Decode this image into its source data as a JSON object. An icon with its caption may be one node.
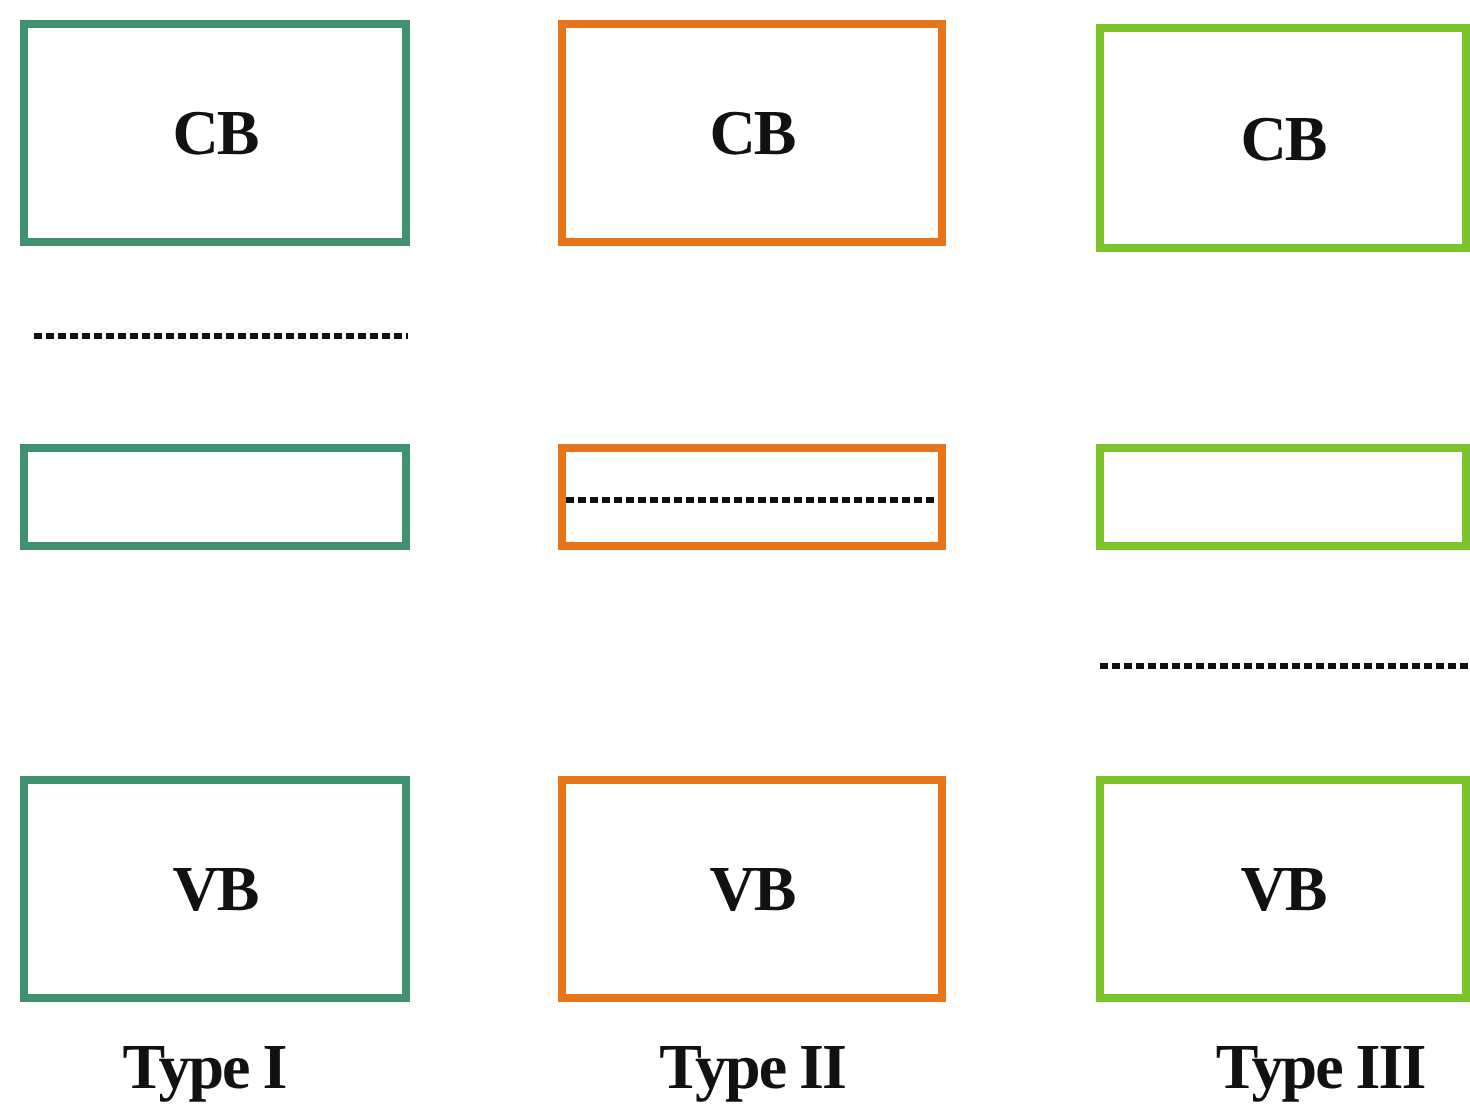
{
  "diagram": {
    "nodes": [
      {
        "text": [
          "CB"
        ]
      },
      {
        "text": [
          "CB"
        ]
      },
      {
        "text": [
          "CB"
        ]
      },
      {
        "text": [],
        "shape": "box"
      },
      {
        "text": [],
        "shape": "box"
      },
      {
        "text": [],
        "shape": "box"
      },
      {
        "text": [
          "VB"
        ]
      },
      {
        "text": [
          "VB"
        ]
      },
      {
        "text": [
          "VB"
        ]
      }
    ],
    "labels": [
      "Type I",
      "Type II",
      "Type III"
    ]
  }
}
